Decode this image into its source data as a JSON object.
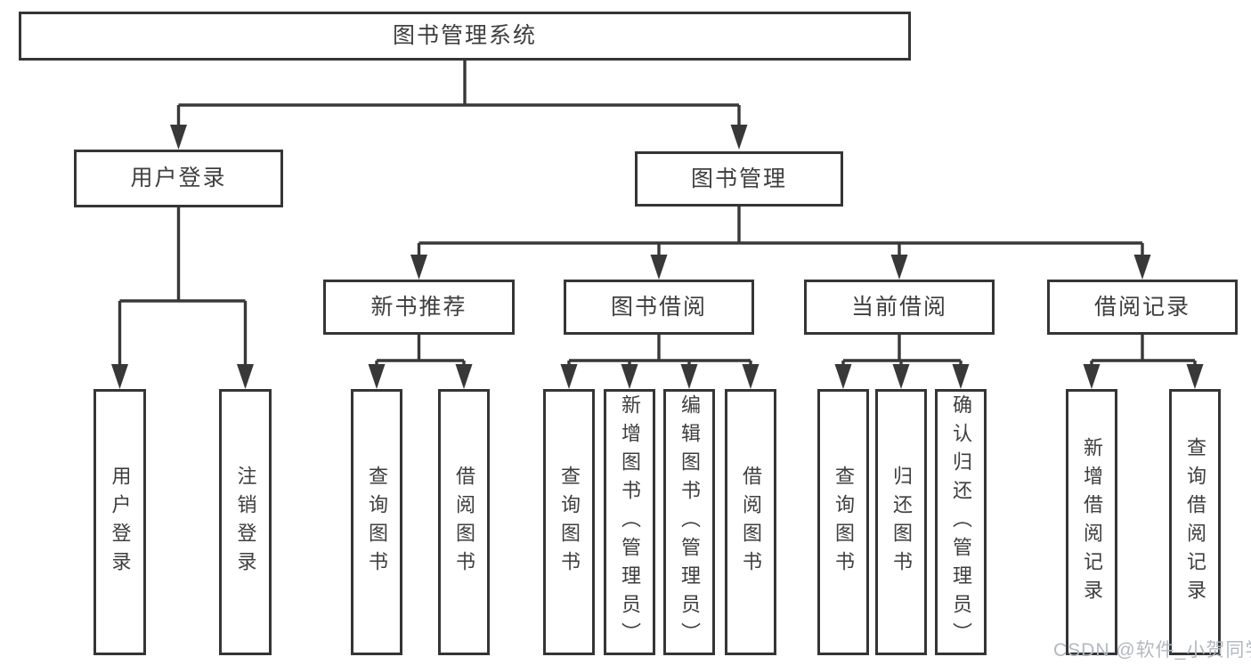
{
  "root": {
    "label": "图书管理系统"
  },
  "user_login": {
    "label": "用户登录",
    "children": [
      {
        "label": "用户登录"
      },
      {
        "label": "注销登录"
      }
    ]
  },
  "book_management": {
    "label": "图书管理",
    "modules": [
      {
        "label": "新书推荐",
        "children": [
          {
            "label": "查询图书"
          },
          {
            "label": "借阅图书"
          }
        ]
      },
      {
        "label": "图书借阅",
        "children": [
          {
            "label": "查询图书"
          },
          {
            "label": "新增图书（管理员）"
          },
          {
            "label": "编辑图书（管理员）"
          },
          {
            "label": "借阅图书"
          }
        ]
      },
      {
        "label": "当前借阅",
        "children": [
          {
            "label": "查询图书"
          },
          {
            "label": "归还图书"
          },
          {
            "label": "确认归还（管理员）"
          }
        ]
      },
      {
        "label": "借阅记录",
        "children": [
          {
            "label": "新增借阅记录"
          },
          {
            "label": "查询借阅记录"
          }
        ]
      }
    ]
  },
  "watermark": {
    "text": "CSDN @软件_小贺同学"
  },
  "colors": {
    "line": "#383838",
    "box_border": "#353535",
    "text": "#3e3e3e",
    "background": "#ffffff",
    "watermark": "#b2b9c0"
  }
}
